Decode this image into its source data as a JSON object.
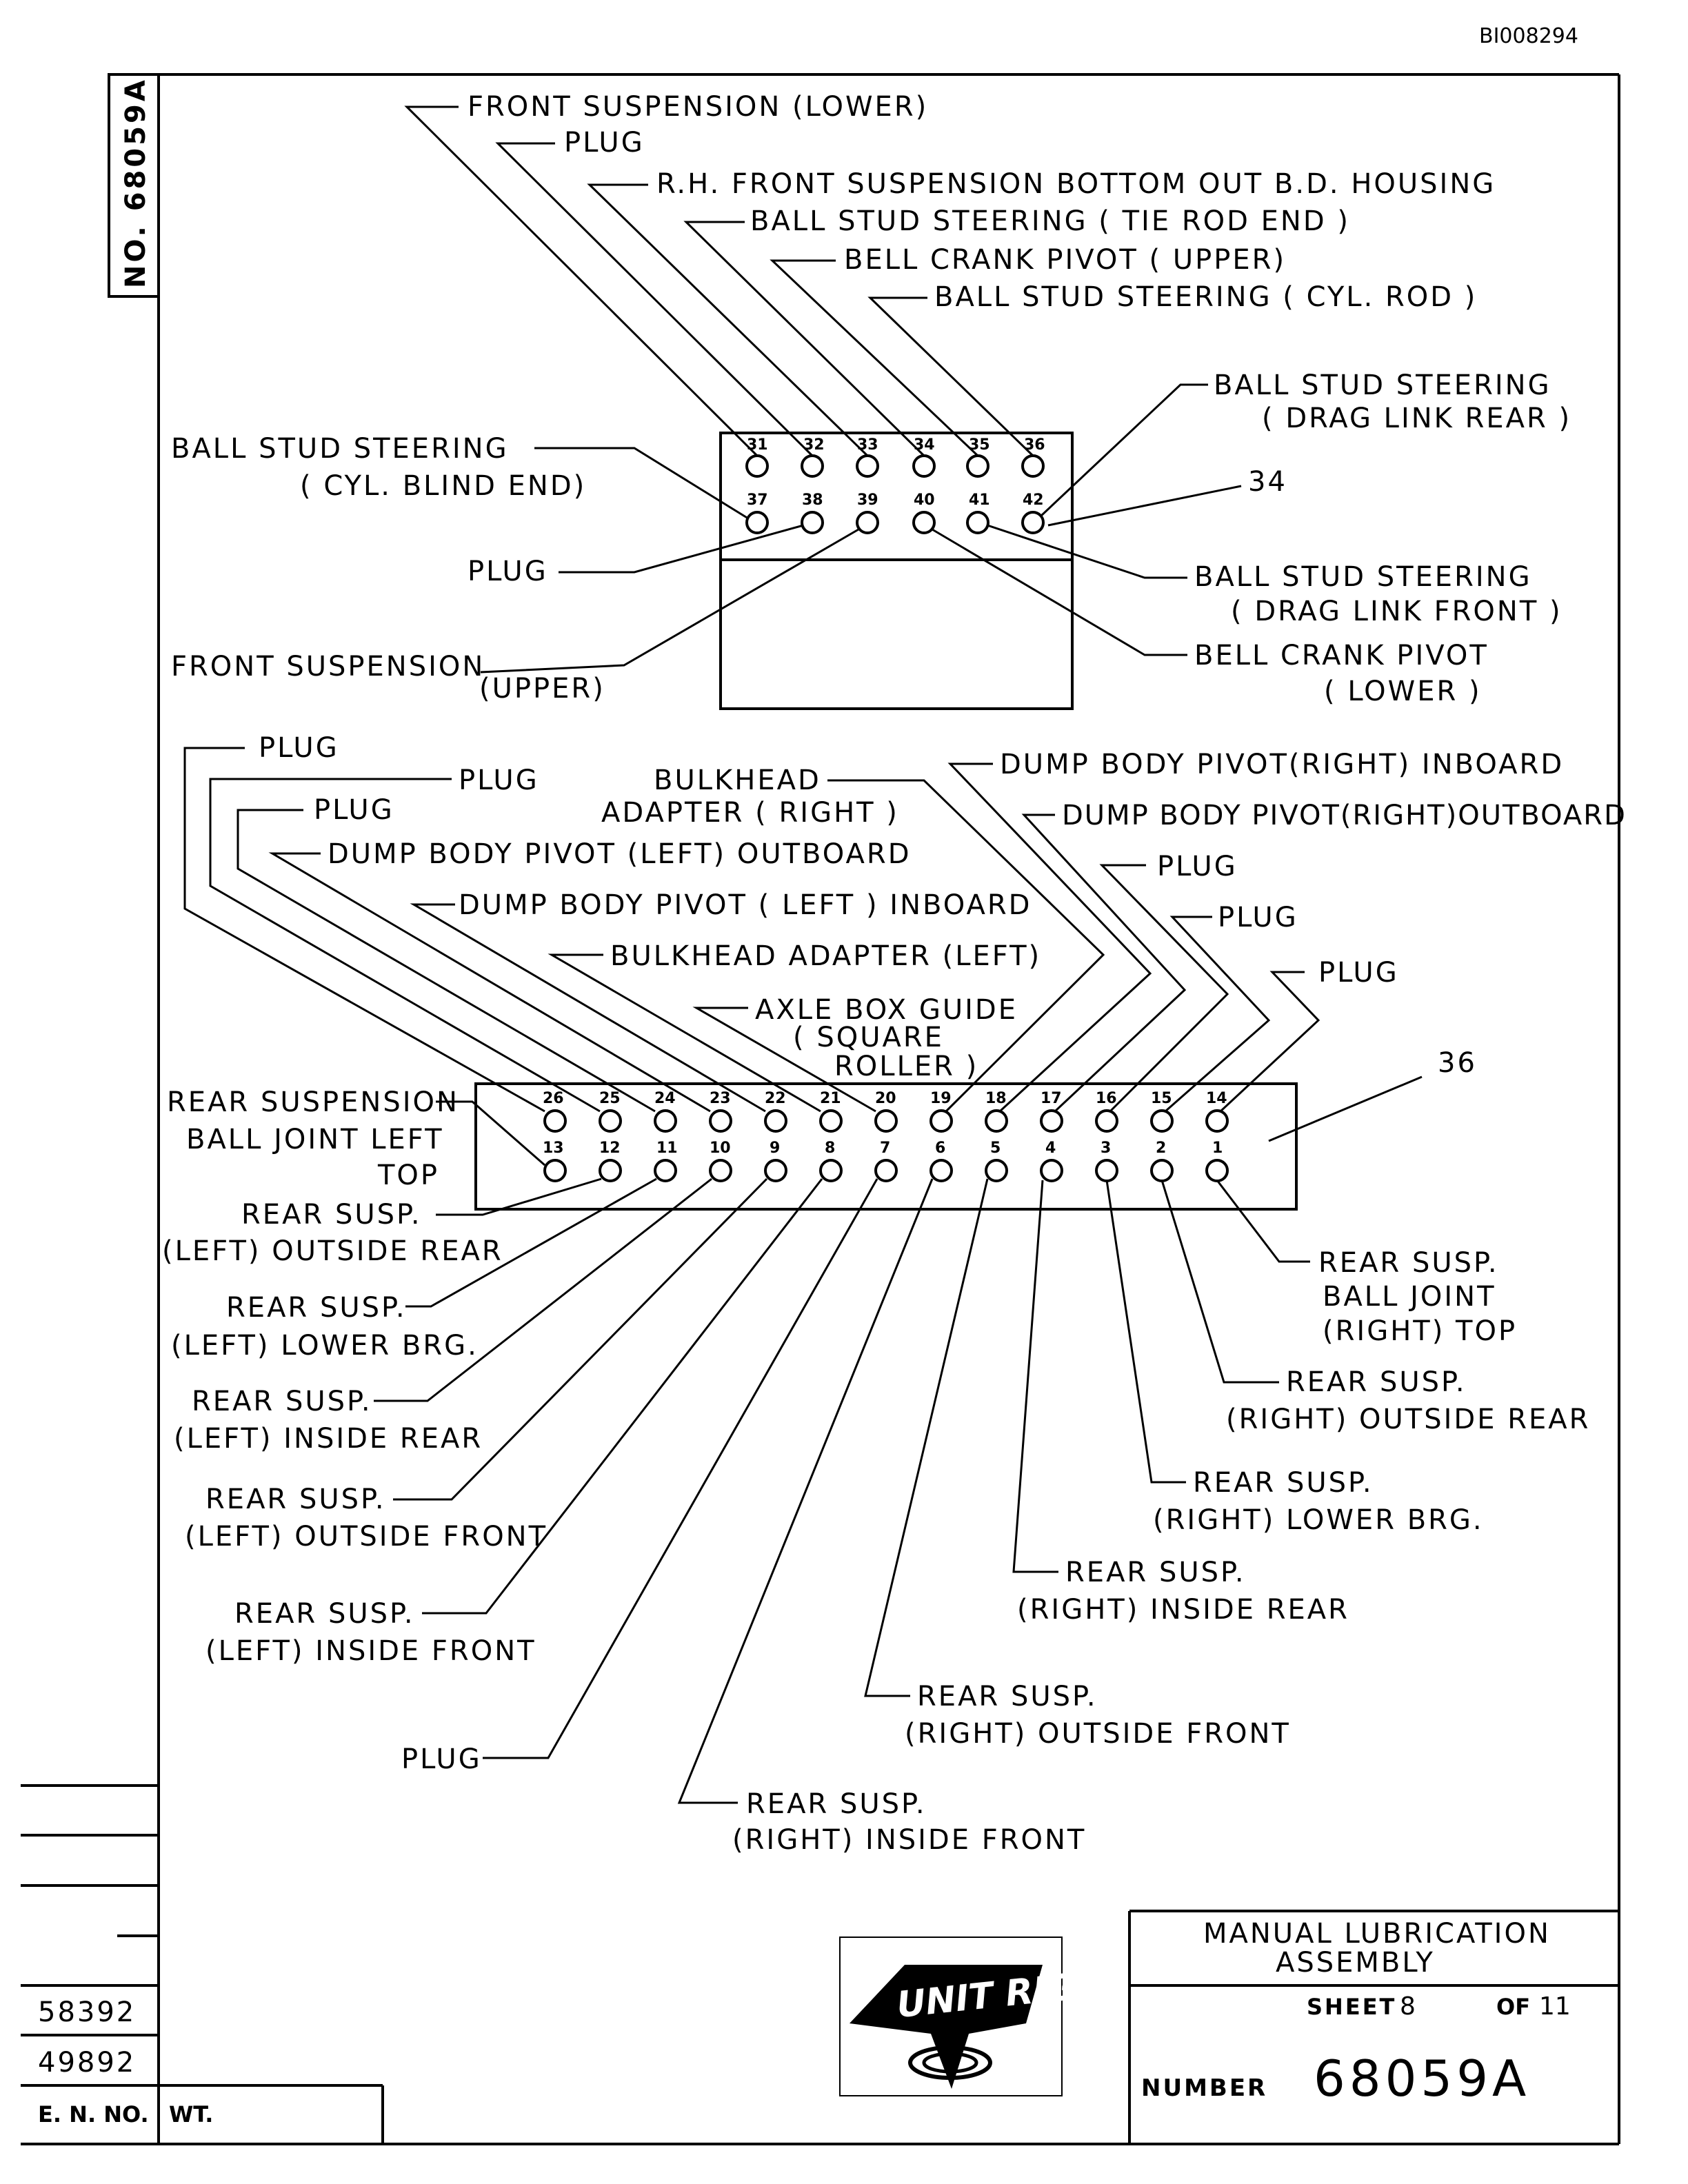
{
  "doc_id": "BI008294",
  "side_number": "NO. 68059A",
  "upper_labels": {
    "front_susp_lower": "FRONT SUSPENSION (LOWER)",
    "plug_a": "PLUG",
    "rh_front": "R.H. FRONT SUSPENSION BOTTOM OUT B.D. HOUSING",
    "tie_rod": "BALL STUD STEERING ( TIE ROD END )",
    "bell_upper": "BELL CRANK PIVOT ( UPPER)",
    "cyl_rod": "BALL STUD STEERING ( CYL. ROD )",
    "drag_rear_1": "BALL STUD STEERING",
    "drag_rear_2": "( DRAG LINK REAR )",
    "ref_34": "34",
    "cyl_blind_1": "BALL STUD STEERING",
    "cyl_blind_2": "( CYL. BLIND END)",
    "plug_b": "PLUG",
    "drag_front_1": "BALL STUD STEERING",
    "drag_front_2": "( DRAG LINK FRONT )",
    "front_upper_1": "FRONT SUSPENSION",
    "front_upper_2": "(UPPER)",
    "bell_lower_1": "BELL CRANK PIVOT",
    "bell_lower_2": "( LOWER )"
  },
  "upper_fittings_top": [
    "31",
    "32",
    "33",
    "34",
    "35",
    "36"
  ],
  "upper_fittings_bottom": [
    "37",
    "38",
    "39",
    "40",
    "41",
    "42"
  ],
  "lower_top_labels": {
    "plug_1": "PLUG",
    "plug_2": "PLUG",
    "plug_3": "PLUG",
    "dump_left_out": "DUMP BODY PIVOT (LEFT) OUTBOARD",
    "dump_left_in": "DUMP BODY PIVOT ( LEFT ) INBOARD",
    "bulk_left": "BULKHEAD ADAPTER (LEFT)",
    "axle_1": "AXLE BOX GUIDE",
    "axle_2": "( SQUARE",
    "axle_3": "ROLLER )",
    "bulk_right_1": "BULKHEAD",
    "bulk_right_2": "ADAPTER ( RIGHT )",
    "dump_right_in": "DUMP BODY PIVOT(RIGHT) INBOARD",
    "dump_right_out": "DUMP BODY PIVOT(RIGHT)OUTBOARD",
    "plug_4": "PLUG",
    "plug_5": "PLUG",
    "plug_6": "PLUG",
    "ref_36": "36"
  },
  "lower_fittings_top": [
    "26",
    "25",
    "24",
    "23",
    "22",
    "21",
    "20",
    "19",
    "18",
    "17",
    "16",
    "15",
    "14"
  ],
  "lower_fittings_bottom": [
    "13",
    "12",
    "11",
    "10",
    "9",
    "8",
    "7",
    "6",
    "5",
    "4",
    "3",
    "2",
    "1"
  ],
  "lower_bottom_labels": {
    "rear_bj_left_1": "REAR SUSPENSION",
    "rear_bj_left_2": "BALL JOINT LEFT",
    "rear_bj_left_3": "TOP",
    "l_out_rear_1": "REAR SUSP.",
    "l_out_rear_2": "(LEFT) OUTSIDE REAR",
    "l_lower_1": "REAR SUSP.",
    "l_lower_2": "(LEFT) LOWER BRG.",
    "l_in_rear_1": "REAR SUSP.",
    "l_in_rear_2": "(LEFT) INSIDE REAR",
    "l_out_front_1": "REAR SUSP.",
    "l_out_front_2": "(LEFT) OUTSIDE FRONT",
    "l_in_front_1": "REAR SUSP.",
    "l_in_front_2": "(LEFT) INSIDE FRONT",
    "plug_7": "PLUG",
    "r_bj_1": "REAR SUSP.",
    "r_bj_2": "BALL JOINT",
    "r_bj_3": "(RIGHT) TOP",
    "r_out_rear_1": "REAR SUSP.",
    "r_out_rear_2": "(RIGHT) OUTSIDE REAR",
    "r_lower_1": "REAR SUSP.",
    "r_lower_2": "(RIGHT) LOWER BRG.",
    "r_in_rear_1": "REAR SUSP.",
    "r_in_rear_2": "(RIGHT) INSIDE REAR",
    "r_out_front_1": "REAR SUSP.",
    "r_out_front_2": "(RIGHT) OUTSIDE FRONT",
    "r_in_front_1": "REAR SUSP.",
    "r_in_front_2": "(RIGHT) INSIDE FRONT"
  },
  "title_block": {
    "title_1": "MANUAL LUBRICATION",
    "title_2": "ASSEMBLY",
    "sheet_label": "SHEET",
    "sheet_no": "8",
    "of_label": "OF",
    "of_no": "11",
    "number_label": "NUMBER",
    "number": "68059A",
    "logo_text": "UNIT RIG"
  },
  "revisions": {
    "rev_1": "58392",
    "rev_2": "49892",
    "en_label": "E. N. NO.",
    "wt_label": "WT."
  }
}
